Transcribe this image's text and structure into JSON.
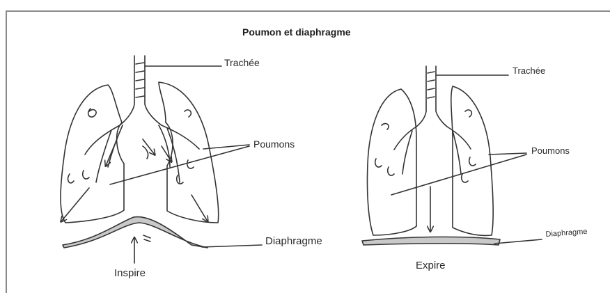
{
  "title": "Poumon et diaphragme",
  "left_diagram": {
    "trachea_label": "Trachée",
    "lungs_label": "Poumons",
    "diaphragm_label": "Diaphragme",
    "caption": "Inspire"
  },
  "right_diagram": {
    "trachea_label": "Trachée",
    "lungs_label": "Poumons",
    "diaphragm_label": "Diaphragme",
    "caption": "Expire"
  },
  "colors": {
    "line": "#333333",
    "diaphragm_fill": "#c9c9c9",
    "frame": "#8a8a8a"
  }
}
